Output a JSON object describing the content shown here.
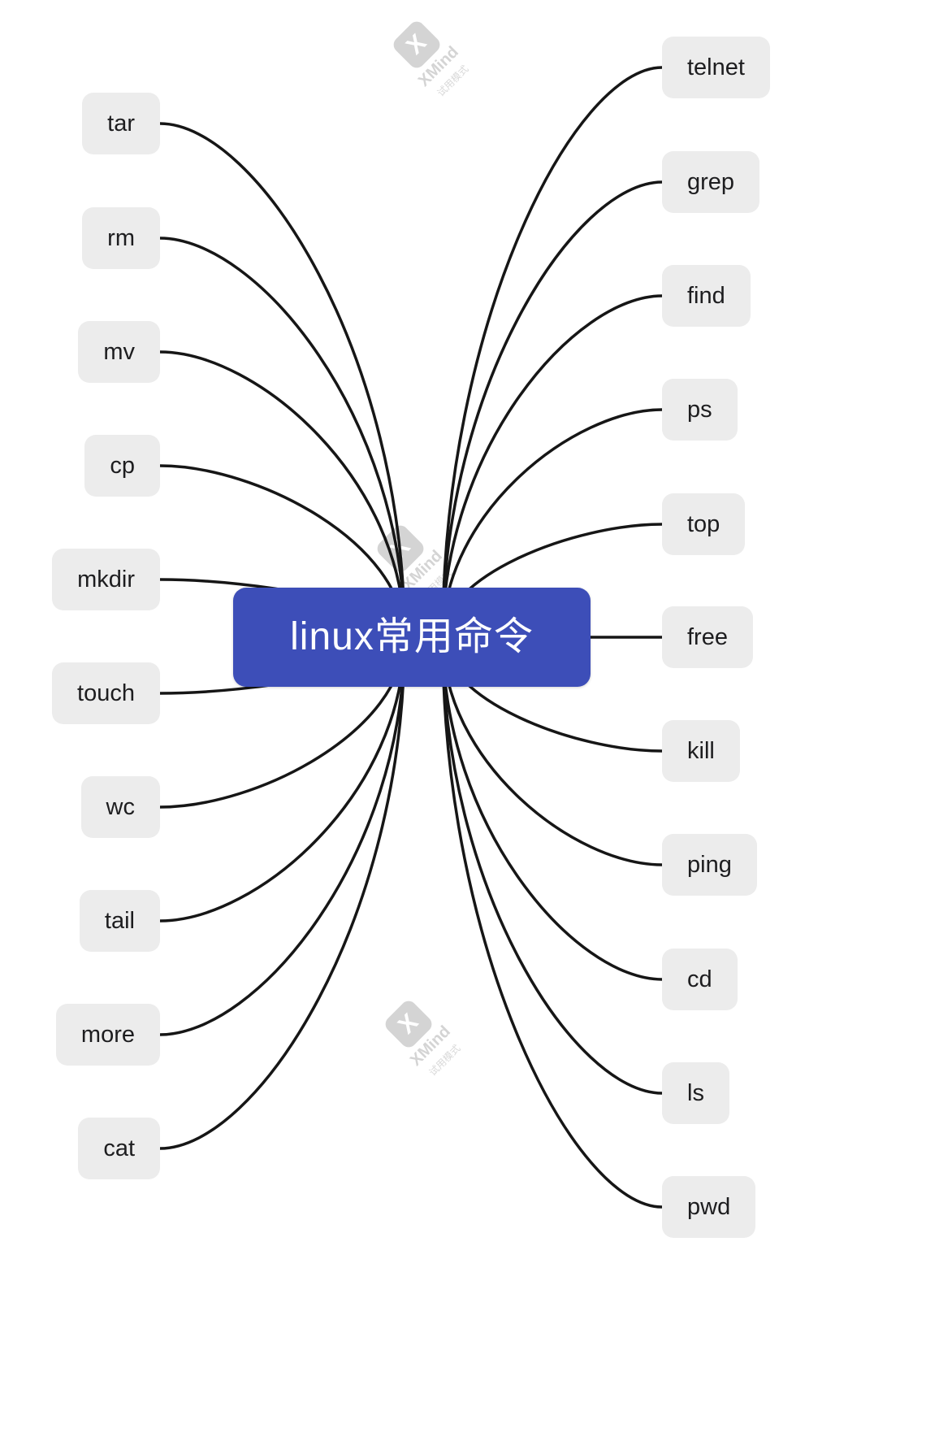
{
  "diagram": {
    "root": {
      "label": "linux常用命令"
    },
    "left_nodes": [
      {
        "label": "tar"
      },
      {
        "label": "rm"
      },
      {
        "label": "mv"
      },
      {
        "label": "cp"
      },
      {
        "label": "mkdir"
      },
      {
        "label": "touch"
      },
      {
        "label": "wc"
      },
      {
        "label": "tail"
      },
      {
        "label": "more"
      },
      {
        "label": "cat"
      }
    ],
    "right_nodes": [
      {
        "label": "telnet"
      },
      {
        "label": "grep"
      },
      {
        "label": "find"
      },
      {
        "label": "ps"
      },
      {
        "label": "top"
      },
      {
        "label": "free"
      },
      {
        "label": "kill"
      },
      {
        "label": "ping"
      },
      {
        "label": "cd"
      },
      {
        "label": "ls"
      },
      {
        "label": "pwd"
      }
    ],
    "colors": {
      "root_bg": "#3d4eb8",
      "root_text": "#ffffff",
      "node_bg": "#ececec",
      "node_text": "#1d1d1f",
      "line": "#161616",
      "canvas": "#ffffff"
    }
  },
  "watermark": {
    "logo": "X",
    "name": "XMind",
    "mode": "试用模式"
  }
}
